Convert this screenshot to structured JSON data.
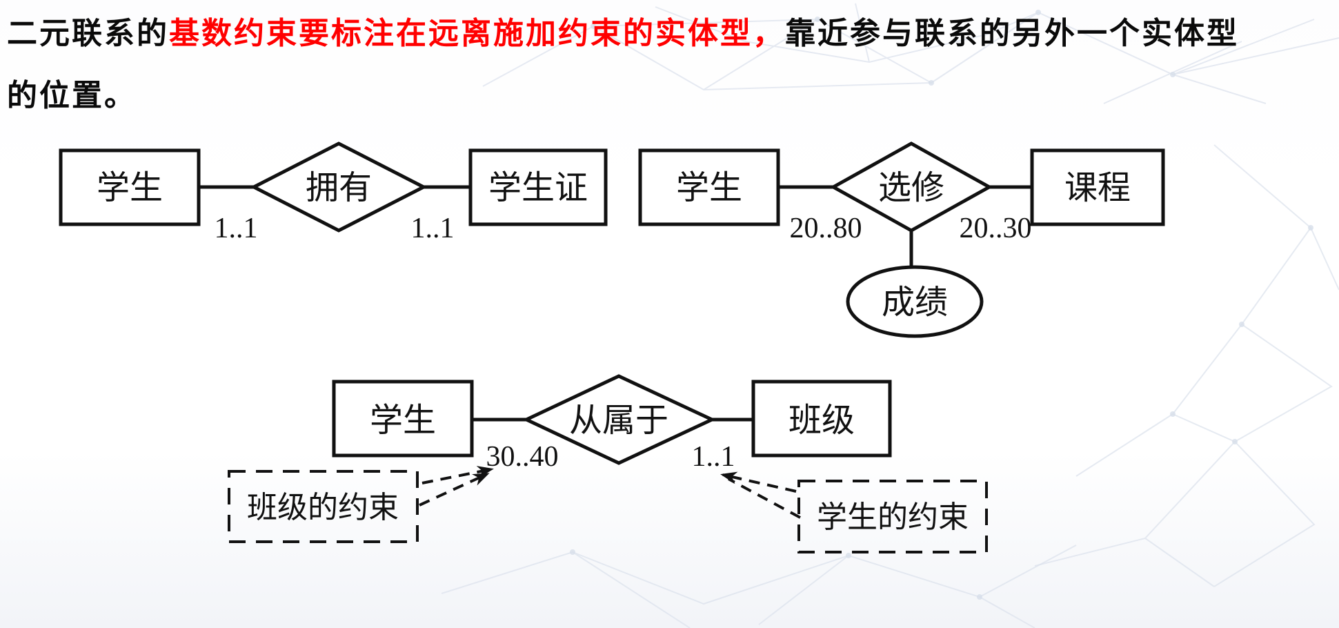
{
  "title": {
    "line1_black1": "二元联系的",
    "line1_red": "基数约束要标注在远离施加约束的实体型，",
    "line1_black2": "靠近参与联系的另外一个实体型",
    "line2": "的位置。"
  },
  "colors": {
    "emphasis_red": "#ff0000",
    "ink": "#111111"
  },
  "diagrams": {
    "owns": {
      "left_entity": "学生",
      "relationship": "拥有",
      "right_entity": "学生证",
      "left_cardinality": "1..1",
      "right_cardinality": "1..1"
    },
    "elective": {
      "left_entity": "学生",
      "relationship": "选修",
      "right_entity": "课程",
      "left_cardinality": "20..80",
      "right_cardinality": "20..30",
      "attribute": "成绩"
    },
    "belongs": {
      "left_entity": "学生",
      "relationship": "从属于",
      "right_entity": "班级",
      "left_cardinality": "30..40",
      "right_cardinality": "1..1",
      "left_callout": "班级的约束",
      "right_callout": "学生的约束"
    }
  }
}
